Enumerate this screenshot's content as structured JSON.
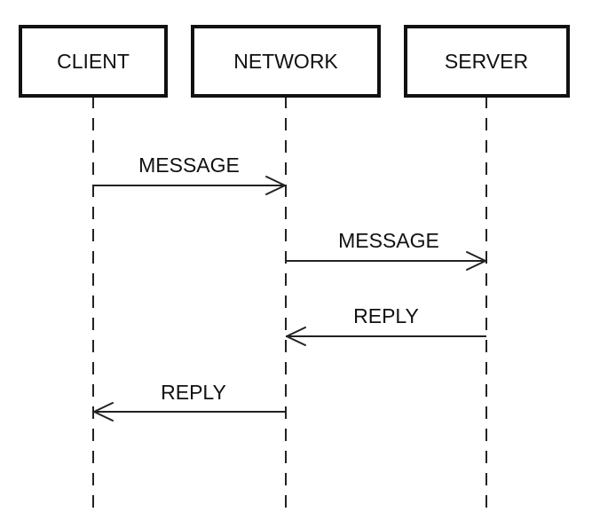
{
  "participants": [
    {
      "id": "client",
      "label": "CLIENT"
    },
    {
      "id": "network",
      "label": "NETWORK"
    },
    {
      "id": "server",
      "label": "SERVER"
    }
  ],
  "messages": [
    {
      "from": "client",
      "to": "network",
      "label": "MESSAGE"
    },
    {
      "from": "network",
      "to": "server",
      "label": "MESSAGE"
    },
    {
      "from": "server",
      "to": "network",
      "label": "REPLY"
    },
    {
      "from": "network",
      "to": "client",
      "label": "REPLY"
    }
  ]
}
